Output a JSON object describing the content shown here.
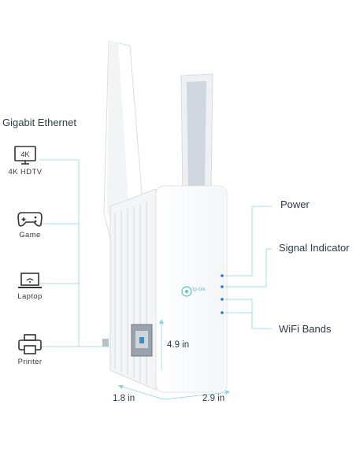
{
  "header": {
    "title": "Gigabit Ethernet"
  },
  "devices": [
    {
      "label": "4K HDTV",
      "icon": "tv-4k-icon",
      "badge": "4K"
    },
    {
      "label": "Game",
      "icon": "gamepad-icon"
    },
    {
      "label": "Laptop",
      "icon": "laptop-icon"
    },
    {
      "label": "Printer",
      "icon": "printer-icon"
    }
  ],
  "callouts": {
    "power": "Power",
    "signal": "Signal Indicator",
    "wifi": "WiFi Bands"
  },
  "dimensions": {
    "height": "4.9 in",
    "depth": "1.8 in",
    "width": "2.9 in"
  },
  "product": {
    "brand": "tp-link"
  },
  "colors": {
    "accent": "#5bc0d6",
    "text": "#2b3a4a",
    "led": "#2a6fd6"
  }
}
